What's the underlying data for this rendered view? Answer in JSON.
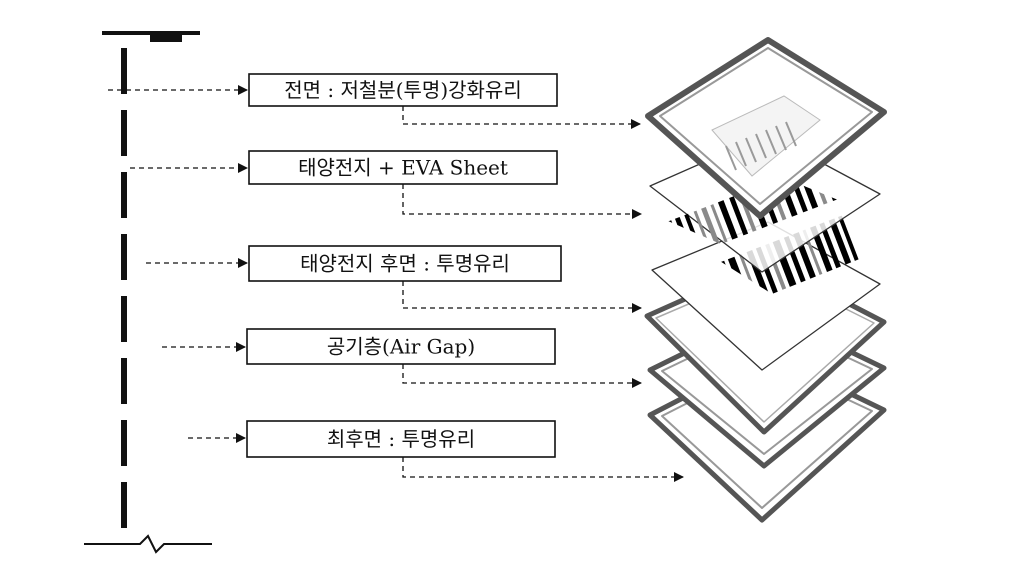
{
  "layers": [
    {
      "label": "전면 : 저철분(투명)강화유리"
    },
    {
      "label": "태양전지 + EVA Sheet"
    },
    {
      "label": "태양전지 후면 : 투명유리"
    },
    {
      "label": "공기층(Air Gap)"
    },
    {
      "label": "최후면 : 투명유리"
    }
  ],
  "colors": {
    "line": "#111111",
    "frame": "#555555",
    "frame_light": "#999999",
    "panel": "#ffffff",
    "cell_dark": "#000000",
    "cell_mid": "#8a8a8a"
  }
}
